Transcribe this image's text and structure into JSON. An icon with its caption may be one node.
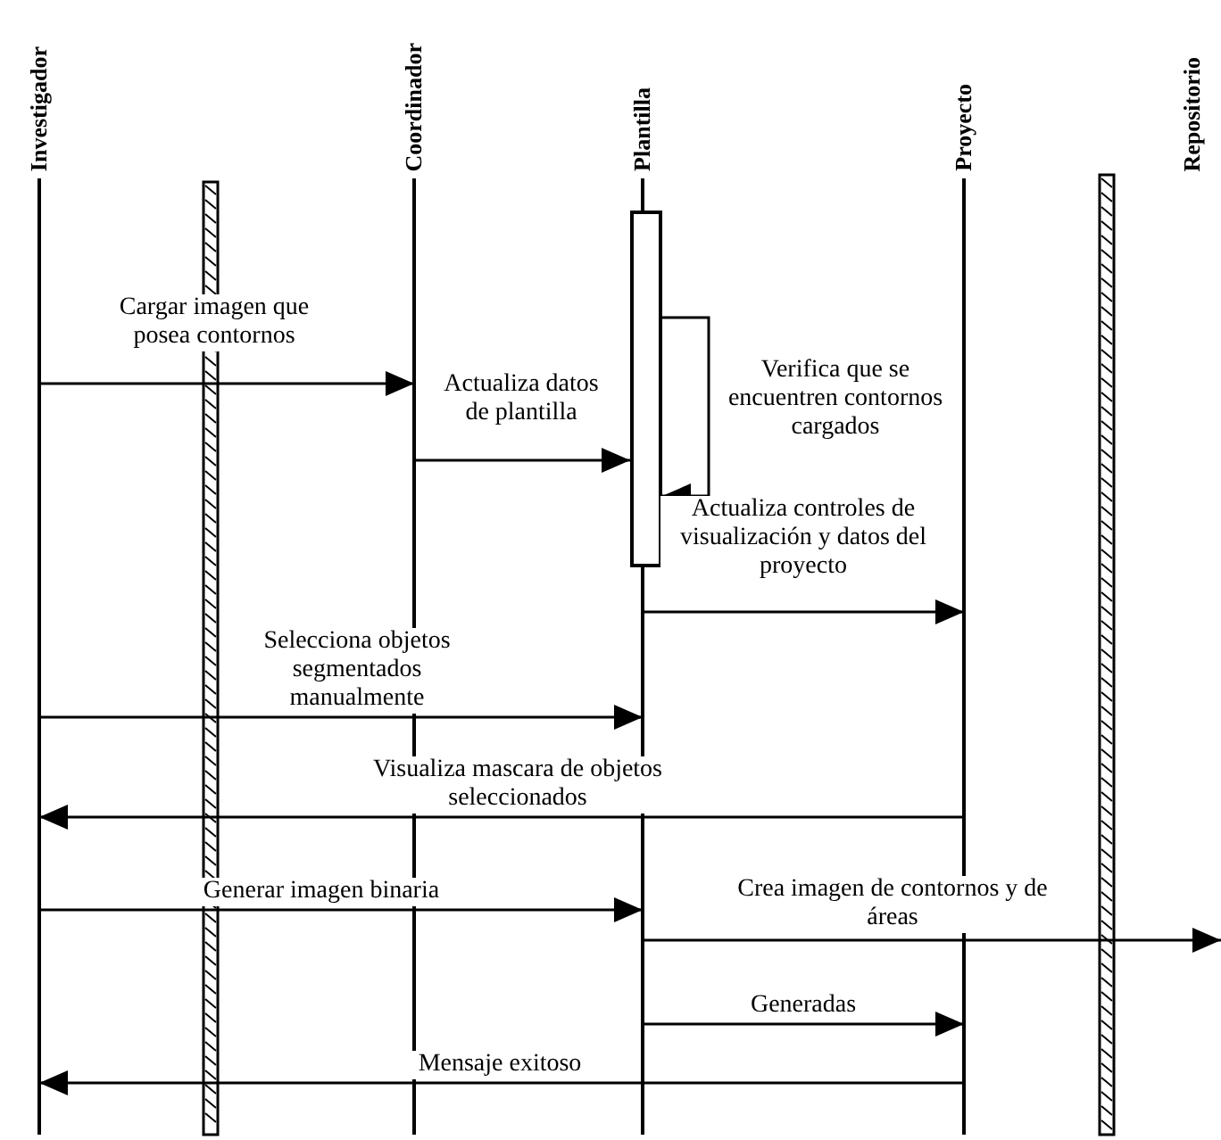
{
  "diagram": {
    "nodes": [
      {
        "text": [
          "Investigador"
        ]
      },
      {
        "text": [
          "Coordinador"
        ]
      },
      {
        "text": [
          "Plantilla"
        ]
      },
      {
        "text": [
          "Proyecto"
        ]
      },
      {
        "text": [
          "Repositorio"
        ]
      },
      {
        "text": [],
        "shape": "bar"
      }
    ],
    "edges": [
      {
        "from": 0,
        "to": 1,
        "arrow": "to",
        "label": "Cargar imagen que posea contornos"
      },
      {
        "from": 1,
        "to": 5,
        "arrow": "to",
        "label": "Actualiza datos de plantilla"
      },
      {
        "from": 5,
        "to": 5,
        "arrow": "to",
        "label": "Verifica que se encuentren contornos cargados"
      },
      {
        "from": 2,
        "to": 3,
        "arrow": "to",
        "label": "Actualiza controles de visualización y datos del proyecto"
      },
      {
        "from": 0,
        "to": 2,
        "arrow": "to",
        "label": "Selecciona objetos segmentados manualmente"
      },
      {
        "from": 3,
        "to": 0,
        "arrow": "to",
        "label": "Visualiza mascara de objetos seleccionados"
      },
      {
        "from": 0,
        "to": 2,
        "arrow": "to",
        "label": "Generar imagen binaria"
      },
      {
        "from": 2,
        "to": null,
        "arrow": "to",
        "label": "Crea imagen de contornos y de áreas"
      },
      {
        "from": 2,
        "to": 3,
        "arrow": "to",
        "label": "Generadas"
      },
      {
        "from": 3,
        "to": 0,
        "arrow": "to",
        "label": "Mensaje exitoso"
      }
    ]
  }
}
